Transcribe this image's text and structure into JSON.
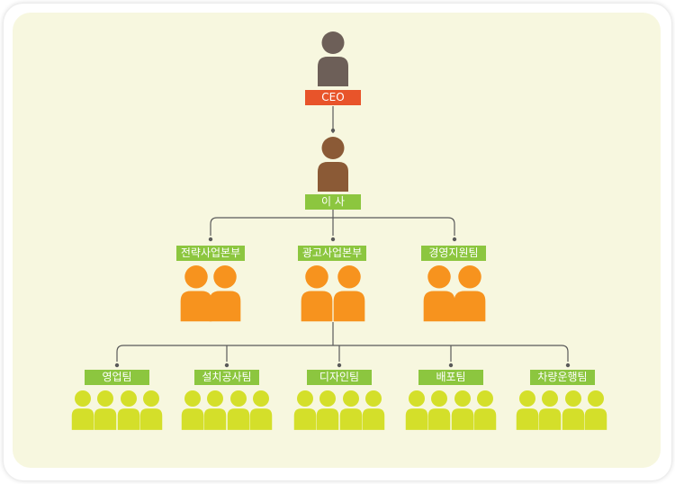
{
  "colors": {
    "background": "#f7f7df",
    "ceo_label": "#e8542a",
    "green_label": "#8cc63f",
    "ceo_person": "#6d5f58",
    "director_person": "#8b5a36",
    "division_person": "#f7931e",
    "team_person": "#d4df2a",
    "connector": "#5a5a5a"
  },
  "nodes": {
    "ceo": {
      "label": "CEO",
      "icon": "person-icon"
    },
    "director": {
      "label": "이 사",
      "icon": "person-icon"
    },
    "divisions": [
      {
        "label": "전략사업본부",
        "icon": "two-people-icon"
      },
      {
        "label": "광고사업본부",
        "icon": "two-people-icon"
      },
      {
        "label": "경영지원팀",
        "icon": "two-people-icon"
      }
    ],
    "teams": [
      {
        "label": "영업팀",
        "icon": "four-people-icon"
      },
      {
        "label": "설치공사팀",
        "icon": "four-people-icon"
      },
      {
        "label": "디자인팀",
        "icon": "four-people-icon"
      },
      {
        "label": "배포팀",
        "icon": "four-people-icon"
      },
      {
        "label": "차량운행팀",
        "icon": "four-people-icon"
      }
    ]
  }
}
